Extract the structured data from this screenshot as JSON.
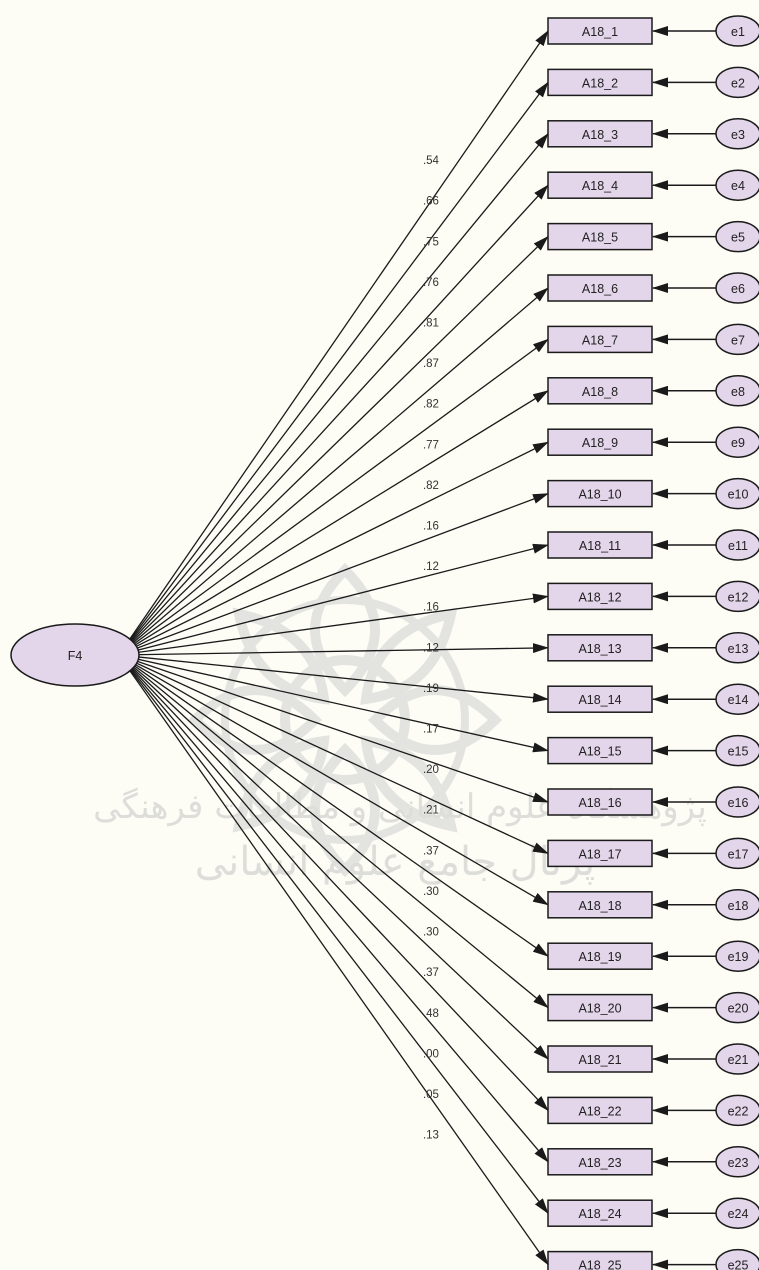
{
  "diagram": {
    "latent_factor": "F4",
    "colors": {
      "node_fill": "#e3d5ea",
      "stroke": "#1a1a1a",
      "background": "#fdfdf6",
      "watermark": "#c9c9c9"
    },
    "indicators": [
      {
        "name": "A18_1",
        "error": "e1",
        "loading": ".54"
      },
      {
        "name": "A18_2",
        "error": "e2",
        "loading": ".66"
      },
      {
        "name": "A18_3",
        "error": "e3",
        "loading": ".75"
      },
      {
        "name": "A18_4",
        "error": "e4",
        "loading": ".76"
      },
      {
        "name": "A18_5",
        "error": "e5",
        "loading": ".81"
      },
      {
        "name": "A18_6",
        "error": "e6",
        "loading": ".87"
      },
      {
        "name": "A18_7",
        "error": "e7",
        "loading": ".82"
      },
      {
        "name": "A18_8",
        "error": "e8",
        "loading": ".77"
      },
      {
        "name": "A18_9",
        "error": "e9",
        "loading": ".82"
      },
      {
        "name": "A18_10",
        "error": "e10",
        "loading": ".16"
      },
      {
        "name": "A18_11",
        "error": "e11",
        "loading": ".12"
      },
      {
        "name": "A18_12",
        "error": "e12",
        "loading": ".16"
      },
      {
        "name": "A18_13",
        "error": "e13",
        "loading": ".12"
      },
      {
        "name": "A18_14",
        "error": "e14",
        "loading": ".19"
      },
      {
        "name": "A18_15",
        "error": "e15",
        "loading": ".17"
      },
      {
        "name": "A18_16",
        "error": "e16",
        "loading": ".20"
      },
      {
        "name": "A18_17",
        "error": "e17",
        "loading": ".21"
      },
      {
        "name": "A18_18",
        "error": "e18",
        "loading": ".37"
      },
      {
        "name": "A18_19",
        "error": "e19",
        "loading": ".30"
      },
      {
        "name": "A18_20",
        "error": "e20",
        "loading": ".30"
      },
      {
        "name": "A18_21",
        "error": "e21",
        "loading": ".37"
      },
      {
        "name": "A18_22",
        "error": "e22",
        "loading": ".48"
      },
      {
        "name": "A18_23",
        "error": "e23",
        "loading": ".00"
      },
      {
        "name": "A18_24",
        "error": "e24",
        "loading": ".05"
      },
      {
        "name": "A18_25",
        "error": "e25",
        "loading": ".13"
      }
    ]
  },
  "watermark": {
    "line1": "پژوهشگاه علوم انسانی و مطالعات فرهنگی",
    "line2": "پرتال جامع علوم انسانی"
  }
}
